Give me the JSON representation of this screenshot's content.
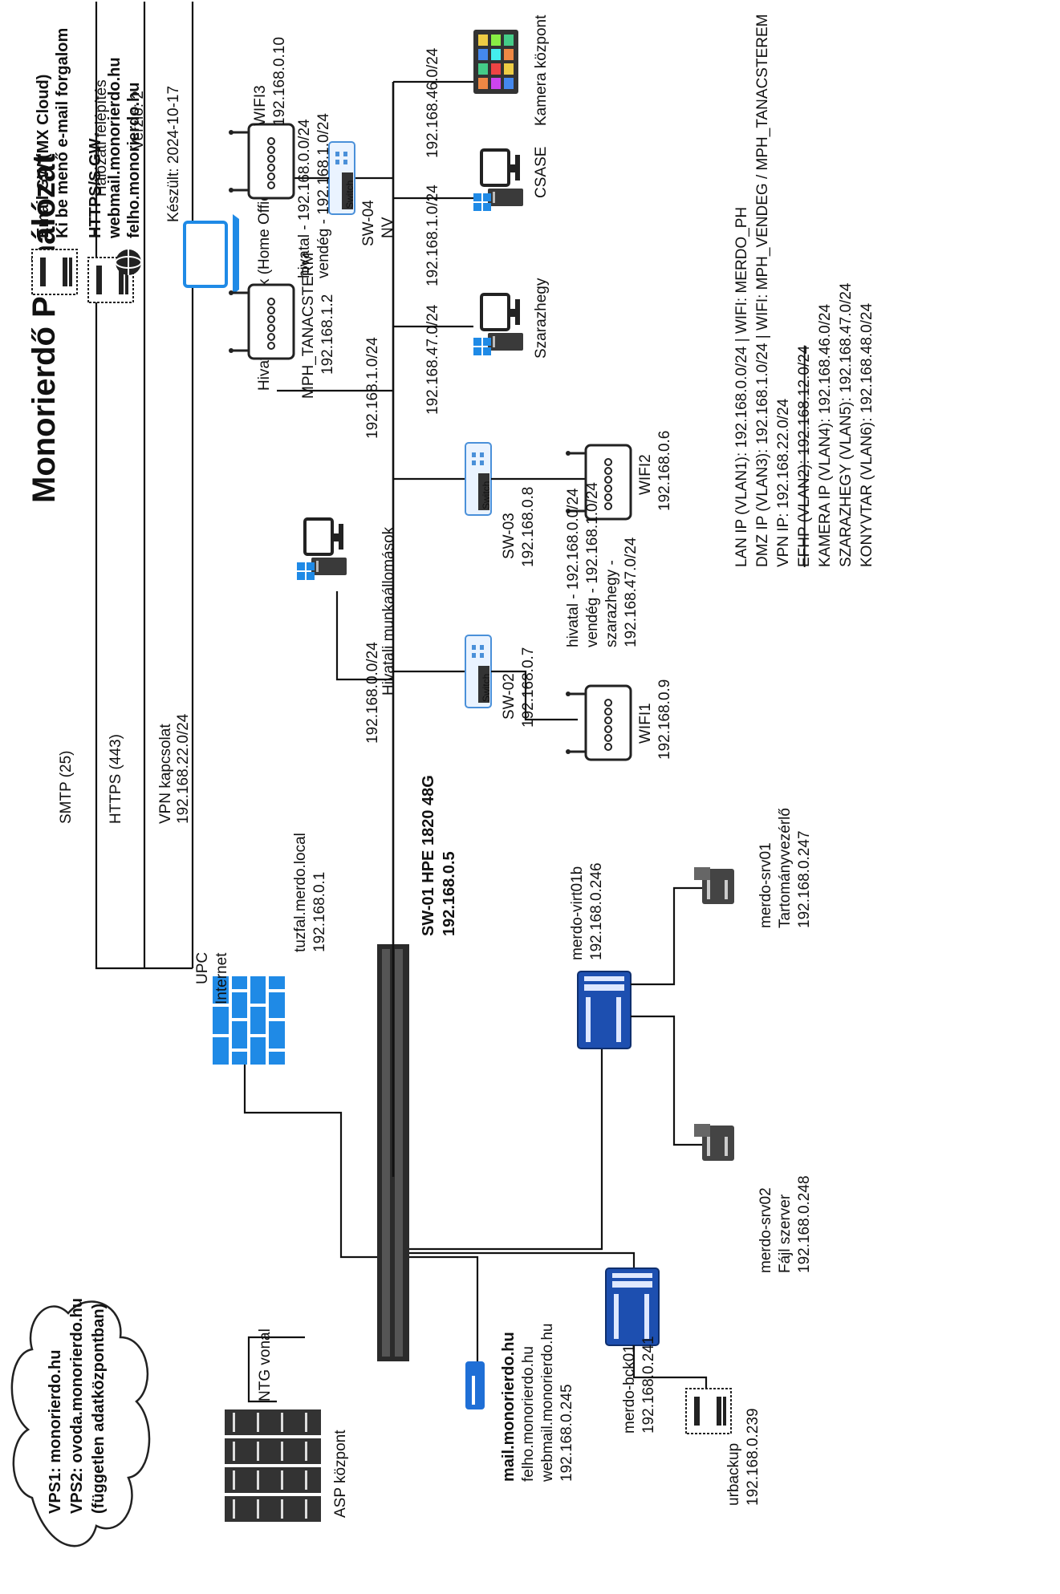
{
  "header": {
    "title": "Monorierdő PH hálózat",
    "subtitle": "Hálózati felépítés",
    "version": "Verzió: 2",
    "date": "Készült: 2024-10-17"
  },
  "cloud": {
    "line1": "VPS1: monorierdo.hu",
    "line2": "VPS2: ovoda.monorierdo.hu",
    "line3": "(független adatközpontban)"
  },
  "asp": {
    "label": "ASP központ",
    "link_label": "NTG vonal"
  },
  "firewall": {
    "upc_line1": "UPC",
    "upc_line2": "Internet",
    "name": "tuzfal.merdo.local",
    "ip": "192.168.0.1"
  },
  "external": {
    "email_gw_line1": "Email GW (MX Cloud)",
    "email_gw_line2": "Ki be menő e-mail forgalom",
    "smtp_label": "SMTP (25)",
    "https_gw_line1": "HTTPS/S GW",
    "https_gw_line2": "webmail.monorierdo.hu",
    "https_gw_line3": "felho.monorierdo.hu",
    "https_label": "HTTPS (443)",
    "vpn_line1": "VPN kapcsolat",
    "vpn_line2": "192.168.22.0/24",
    "laptops_label": "Hivatali laptopok (Home Office)"
  },
  "core_switch": {
    "name": "SW-01 HPE 1820 48G",
    "ip": "192.168.0.5"
  },
  "servers": {
    "mail_name": "mail.monorierdo.hu",
    "mail_alias1": "felho.monorierdo.hu",
    "mail_alias2": "webmail.monorierdo.hu",
    "mail_ip": "192.168.0.245",
    "bck_name": "merdo-bck01",
    "bck_ip": "192.168.0.241",
    "urbackup_name": "urbackup",
    "urbackup_ip": "192.168.0.239",
    "virt_name": "merdo-virt01b",
    "virt_ip": "192.168.0.246",
    "srv02_name": "merdo-srv02",
    "srv02_role": "Fájl szerver",
    "srv02_ip": "192.168.0.248",
    "srv01_name": "merdo-srv01",
    "srv01_role": "Tartományvezérlő",
    "srv01_ip": "192.168.0.247"
  },
  "lan": {
    "bus_label_0": "192.168.0.0/24",
    "workstations_label": "Hivatali munkaállomások",
    "bus_label_1": "192.168.1.0/24",
    "sw02_name": "SW-02",
    "sw02_ip": "192.168.0.7",
    "wifi1_name": "WIFI1",
    "wifi1_ip": "192.168.0.9",
    "sw03_name": "SW-03",
    "sw03_ip": "192.168.0.8",
    "sw03_vlan1": "hivatal - 192.168.0.0/24",
    "sw03_vlan2": "vendég - 192.168.1.0/24",
    "sw03_vlan3": "szarazhegy -",
    "sw03_vlan4": "192.168.47.0/24",
    "wifi2_name": "WIFI2",
    "wifi2_ip": "192.168.0.6",
    "mph_name": "MPH_TANACSTERM",
    "mph_ip": "192.168.1.2",
    "sw04_name": "SW-04",
    "sw04_sub": "NV",
    "wifi3_name": "WIFI3",
    "wifi3_ip": "192.168.0.10",
    "wifi3_vlan1": "hivatal - 192.168.0.0/24",
    "wifi3_vlan2": "vendég - 192.168.1.0/24",
    "szarazhegy_net": "192.168.47.0/24",
    "szarazhegy_name": "Szarazhegy",
    "csase_net": "192.168.1.0/24",
    "csase_name": "CSASE",
    "kamera_net": "192.168.46.0/24",
    "kamera_name": "Kamera központ",
    "switch_badge": "Switch"
  },
  "legend": {
    "line1": "LAN IP (VLAN1): 192.168.0.0/24 | WIFI: MERDO_PH",
    "line2": "DMZ IP (VLAN3): 192.168.1.0/24 | WIFI: MPH_VENDEG / MPH_TANACSTEREM",
    "line3": "VPN IP: 192.168.22.0/24",
    "line4": "EFHP (VLAN2): 192.168.12.0/24",
    "line5": "KAMERA IP (VLAN4): 192.168.46.0/24",
    "line6": "SZARAZHEGY (VLAN5): 192.168.47.0/24",
    "line7": "KONYVTAR (VLAN6): 192.168.48.0/24"
  },
  "colors": {
    "accent_blue": "#1f6fd6",
    "server_blue": "#1d4fb0",
    "line": "#111111"
  }
}
